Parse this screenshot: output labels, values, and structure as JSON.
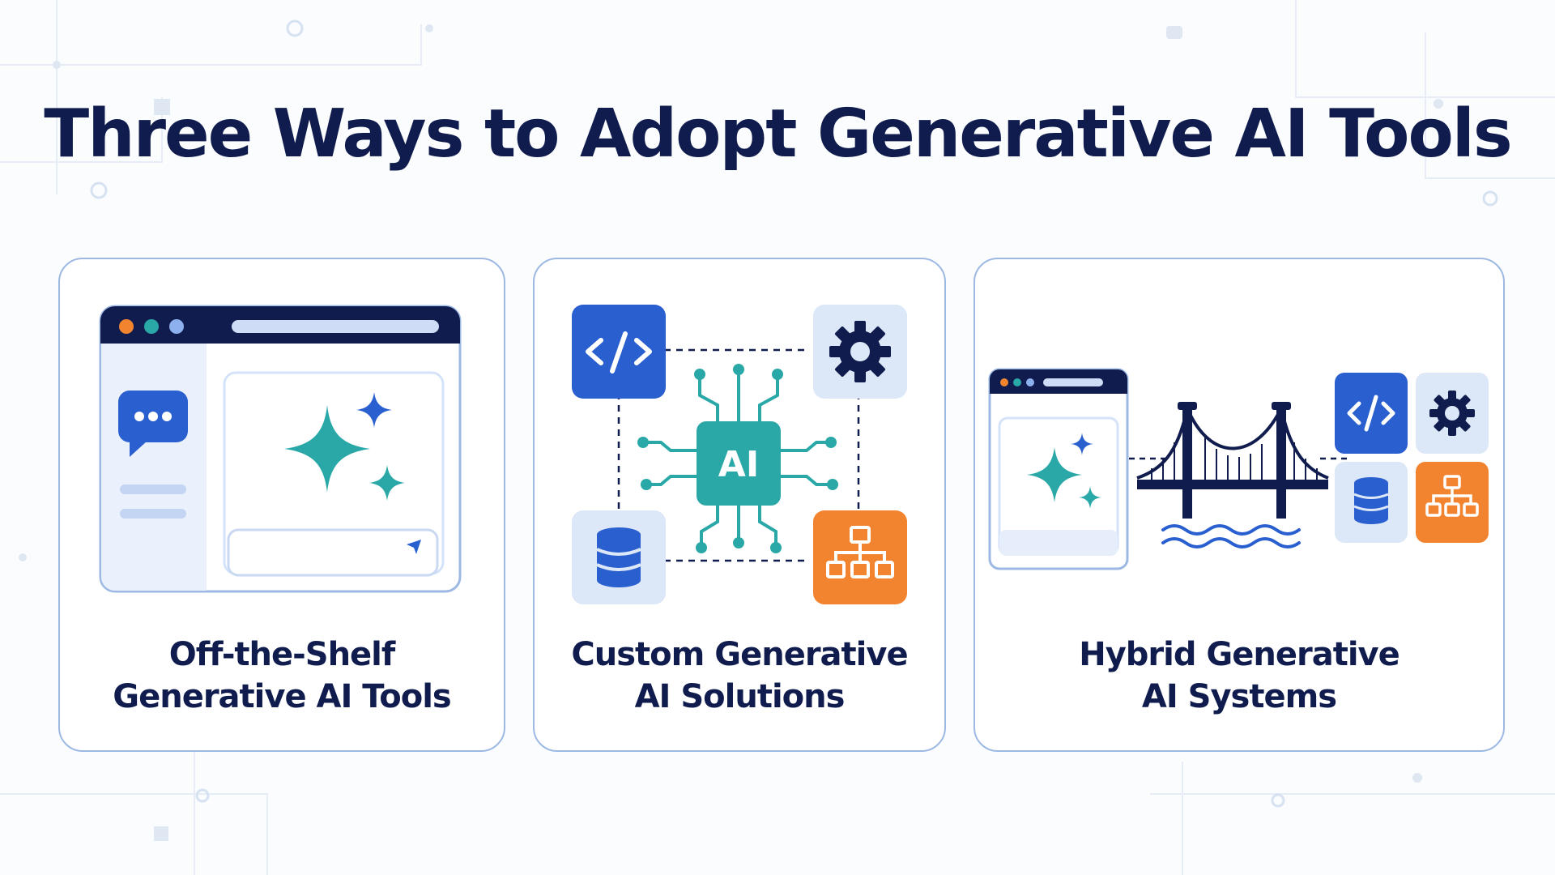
{
  "title": "Three Ways to Adopt Generative AI Tools",
  "colors": {
    "navy": "#0f1c4d",
    "blue": "#2a5fd0",
    "teal": "#2aa8a8",
    "orange": "#f2842f",
    "lightblue": "#d5e3fa",
    "border": "#9db9e3"
  },
  "cards": [
    {
      "line1": "Off-the-Shelf",
      "line2": "Generative AI Tools",
      "icons": [
        "browser-window-icon",
        "chat-bubble-icon",
        "sparkle-icon",
        "send-icon"
      ]
    },
    {
      "line1": "Custom Generative",
      "line2": "AI Solutions",
      "chip_label": "AI",
      "icons": [
        "code-icon",
        "gear-icon",
        "database-icon",
        "hierarchy-icon",
        "ai-chip-icon"
      ]
    },
    {
      "line1": "Hybrid Generative",
      "line2": "AI Systems",
      "icons": [
        "browser-window-icon",
        "sparkle-icon",
        "bridge-icon",
        "water-icon",
        "code-icon",
        "gear-icon",
        "database-icon",
        "hierarchy-icon"
      ]
    }
  ]
}
